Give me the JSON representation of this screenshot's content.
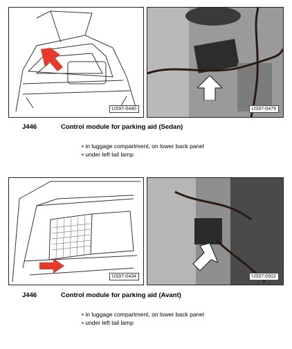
{
  "sections": [
    {
      "drawing_tag": "US97-0440",
      "photo_tag": "US97-0479",
      "code": "J446",
      "caption": "Control module for parking aid (Sedan)",
      "bullets": [
        "in luggage compartment, on lower back panel",
        "under left tail lamp"
      ]
    },
    {
      "drawing_tag": "US97-0434",
      "photo_tag": "US97-0502",
      "code": "J446",
      "caption": "Control module for parking aid (Avant)",
      "bullets": [
        "in luggage compartment, on lower back panel",
        "under left tail lamp"
      ]
    }
  ],
  "colors": {
    "arrow_red": "#e53a2a",
    "arrow_white": "#ffffff"
  }
}
